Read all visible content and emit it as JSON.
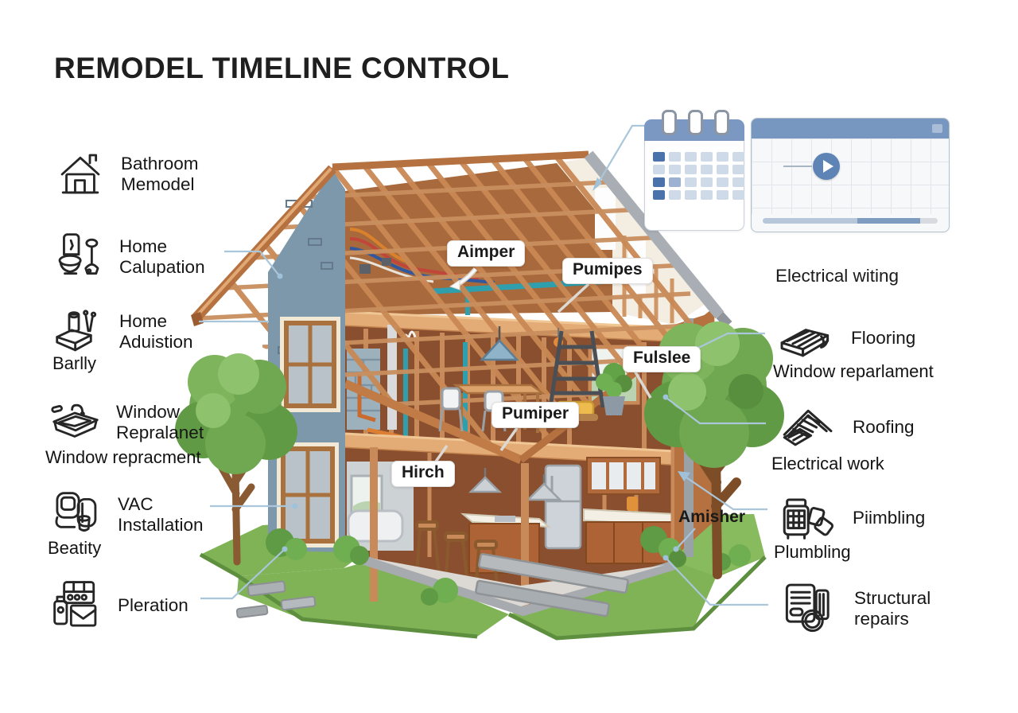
{
  "title": "REMODEL TIMELINE CONTROL",
  "colors": {
    "connector_blue": "#a9c6da",
    "calendar_header": "#7b98c2",
    "calendar_dark_cell": "#4b73ab",
    "calendar_light_cell": "#cfdae9",
    "player_header": "#7796c0",
    "play_button": "#5d84b5",
    "house_wood": "#c98a5a",
    "house_wall": "#7e98ab",
    "grass": "#7fb356"
  },
  "left_items": [
    {
      "icon": "house-icon",
      "line1": "Bathroom",
      "line2": "Memodel"
    },
    {
      "icon": "toilet-plunger-icon",
      "line1": "Home",
      "line2": "Calupation"
    },
    {
      "icon": "tools-icon",
      "line1": "Home",
      "line2": "Aduistion",
      "sub": "Barlly"
    },
    {
      "icon": "sink-icon",
      "line1": "Window",
      "line2": "Repralanet",
      "sub": "Window repracment"
    },
    {
      "icon": "armchair-icon",
      "line1": "VAC",
      "line2": "Installation",
      "sub": "Beatity"
    },
    {
      "icon": "appliances-icon",
      "line1": "Pleration"
    }
  ],
  "right": {
    "heading": "Electrical witing",
    "items": [
      {
        "icon": "flooring-icon",
        "label": "Flooring",
        "sub": "Window reparlament"
      },
      {
        "icon": "roofing-icon",
        "label": "Roofing",
        "sub": "Electrical work"
      },
      {
        "icon": "plumbing-icon",
        "label": "Piimbling",
        "sub": "Plumbling"
      },
      {
        "icon": "structural-icon",
        "line1": "Structural",
        "line2": "repairs"
      }
    ]
  },
  "callouts": [
    {
      "text": "Aimper"
    },
    {
      "text": "Pumipes"
    },
    {
      "text": "Fulslee"
    },
    {
      "text": "Pumiper"
    },
    {
      "text": "Hirch"
    },
    {
      "text": "Amisher"
    }
  ],
  "widgets": {
    "calendar": {
      "icon": "calendar-icon",
      "pattern": [
        "DLLLLL",
        "LLLLLL",
        "DMLLLL",
        "DLLLLL"
      ]
    },
    "player": {
      "icon": "timeline-player-icon",
      "play": "play-icon"
    }
  }
}
